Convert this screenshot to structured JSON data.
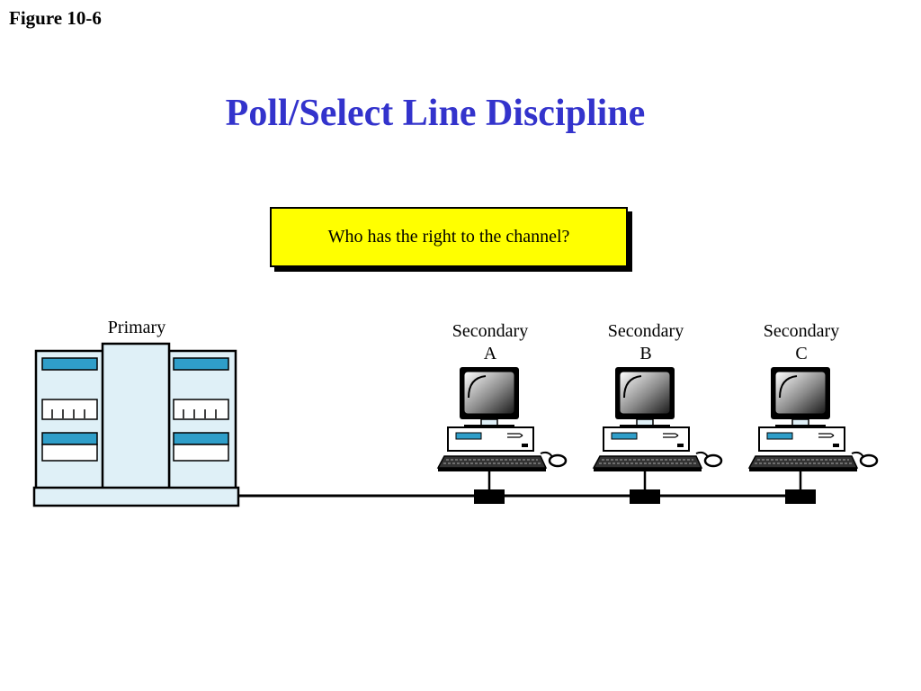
{
  "figure_label": "Figure 10-6",
  "title": "Poll/Select Line Discipline",
  "question": "Who has the right to the channel?",
  "primary": {
    "label": "Primary"
  },
  "secondaries": [
    {
      "line1": "Secondary",
      "line2": "A"
    },
    {
      "line1": "Secondary",
      "line2": "B"
    },
    {
      "line1": "Secondary",
      "line2": "C"
    }
  ],
  "colors": {
    "title": "#3333cc",
    "question_box": "#ffff00",
    "mainframe_body": "#dff0f7",
    "accent_blue": "#2f9ec9"
  }
}
